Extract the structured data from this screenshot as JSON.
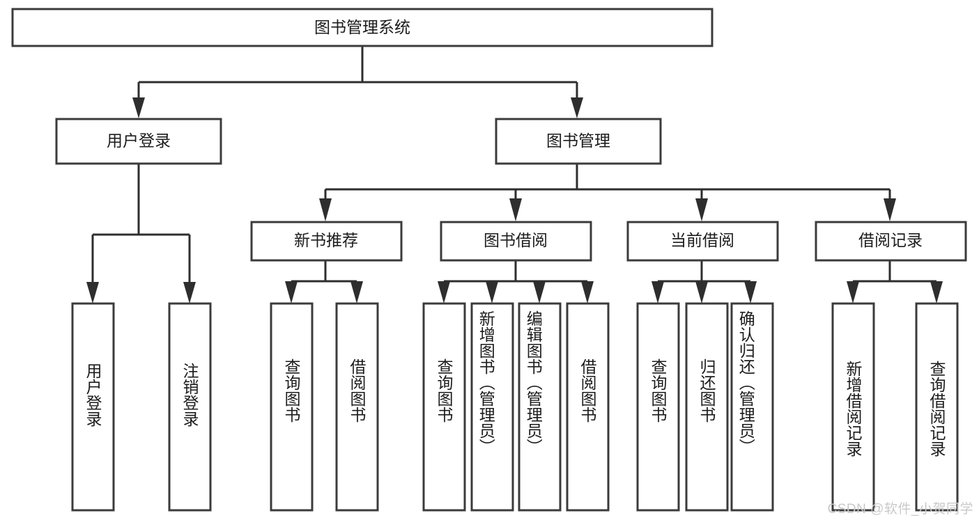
{
  "diagram": {
    "title": "图书管理系统",
    "type": "tree",
    "watermark": "CSDN @软件_小贺同学",
    "colors": {
      "box_stroke": "#3b3b3b",
      "edge": "#2e2e2e",
      "box_fill": "#ffffff",
      "text": "#1c1c1c",
      "watermark": "#c9c9c9",
      "background": "#ffffff"
    },
    "levels": {
      "root": "图书管理系统",
      "level2": [
        "用户登录",
        "图书管理"
      ],
      "level3": [
        "新书推荐",
        "图书借阅",
        "当前借阅",
        "借阅记录"
      ]
    },
    "nodes": {
      "root": {
        "label": "图书管理系统",
        "orientation": "horizontal"
      },
      "user_login": {
        "label": "用户登录",
        "orientation": "horizontal"
      },
      "book_manage": {
        "label": "图书管理",
        "orientation": "horizontal"
      },
      "new_book_rec": {
        "label": "新书推荐",
        "orientation": "horizontal"
      },
      "book_borrow": {
        "label": "图书借阅",
        "orientation": "horizontal"
      },
      "current_borrow": {
        "label": "当前借阅",
        "orientation": "horizontal"
      },
      "borrow_record": {
        "label": "借阅记录",
        "orientation": "horizontal"
      },
      "leaf_user_login": {
        "label": "用户登录",
        "orientation": "vertical"
      },
      "leaf_logout": {
        "label": "注销登录",
        "orientation": "vertical"
      },
      "leaf_query_book_a": {
        "label": "查询图书",
        "orientation": "vertical"
      },
      "leaf_borrow_book_a": {
        "label": "借阅图书",
        "orientation": "vertical"
      },
      "leaf_query_book_b": {
        "label": "查询图书",
        "orientation": "vertical"
      },
      "leaf_add_book": {
        "label": "新增图书（管理员）",
        "orientation": "vertical"
      },
      "leaf_edit_book": {
        "label": "编辑图书（管理员）",
        "orientation": "vertical"
      },
      "leaf_borrow_book_b": {
        "label": "借阅图书",
        "orientation": "vertical"
      },
      "leaf_query_book_c": {
        "label": "查询图书",
        "orientation": "vertical"
      },
      "leaf_return_book": {
        "label": "归还图书",
        "orientation": "vertical"
      },
      "leaf_confirm_return": {
        "label": "确认归还（管理员）",
        "orientation": "vertical"
      },
      "leaf_add_record": {
        "label": "新增借阅记录",
        "orientation": "vertical"
      },
      "leaf_query_record": {
        "label": "查询借阅记录",
        "orientation": "vertical"
      }
    },
    "edges": [
      {
        "from": "图书管理系统",
        "to": "用户登录"
      },
      {
        "from": "图书管理系统",
        "to": "图书管理"
      },
      {
        "from": "用户登录",
        "to": "用户登录"
      },
      {
        "from": "用户登录",
        "to": "注销登录"
      },
      {
        "from": "图书管理",
        "to": "新书推荐"
      },
      {
        "from": "图书管理",
        "to": "图书借阅"
      },
      {
        "from": "图书管理",
        "to": "当前借阅"
      },
      {
        "from": "图书管理",
        "to": "借阅记录"
      },
      {
        "from": "新书推荐",
        "to": "查询图书"
      },
      {
        "from": "新书推荐",
        "to": "借阅图书"
      },
      {
        "from": "图书借阅",
        "to": "查询图书"
      },
      {
        "from": "图书借阅",
        "to": "新增图书（管理员）"
      },
      {
        "from": "图书借阅",
        "to": "编辑图书（管理员）"
      },
      {
        "from": "图书借阅",
        "to": "借阅图书"
      },
      {
        "from": "当前借阅",
        "to": "查询图书"
      },
      {
        "from": "当前借阅",
        "to": "归还图书"
      },
      {
        "from": "当前借阅",
        "to": "确认归还（管理员）"
      },
      {
        "from": "借阅记录",
        "to": "新增借阅记录"
      },
      {
        "from": "借阅记录",
        "to": "查询借阅记录"
      }
    ]
  }
}
